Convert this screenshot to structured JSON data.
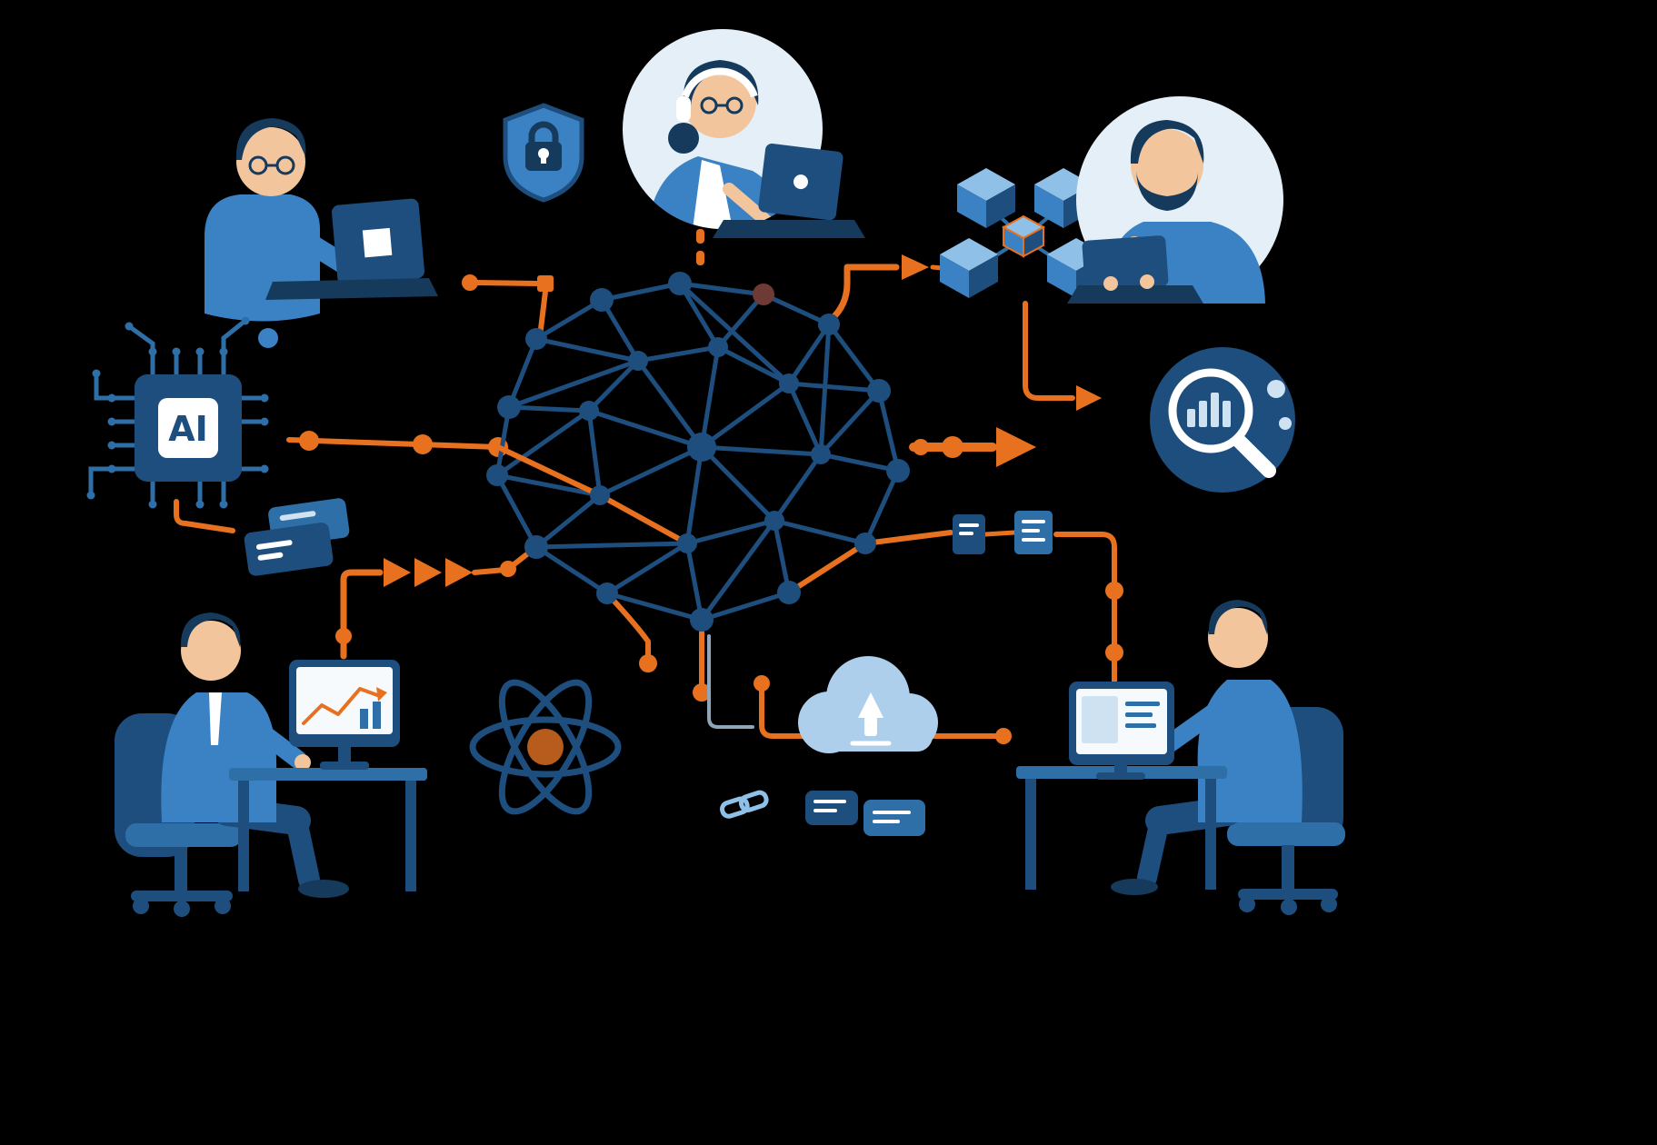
{
  "labels": {
    "ai_chip": "AI"
  },
  "colors": {
    "background": "#000000",
    "navy": "#1d4e7e",
    "deep_navy": "#163a5c",
    "blue": "#2f6fa8",
    "bright_blue": "#3b82c4",
    "sky_blue": "#8fc0e8",
    "pale_blue": "#cfe2f2",
    "circle_bg": "#e4eff8",
    "cloud_blue": "#aecfec",
    "orange": "#e8711f",
    "rust": "#b85c1e",
    "white": "#ffffff",
    "skin": "#f2c59d",
    "screen": "#f7fafc",
    "gray_blue": "#8fa6ba",
    "dark_red": "#6d3a36"
  },
  "scene": {
    "elements": [
      {
        "name": "person-working-on-laptop-top-left"
      },
      {
        "name": "security-shield-lock-icon"
      },
      {
        "name": "support-woman-in-circle"
      },
      {
        "name": "blockchain-cubes-icon"
      },
      {
        "name": "bearded-man-with-laptop"
      },
      {
        "name": "analytics-magnifier-badge"
      },
      {
        "name": "ai-processor-chip-icon"
      },
      {
        "name": "data-cards-icon"
      },
      {
        "name": "neural-network-mesh"
      },
      {
        "name": "orange-circuit-connectors"
      },
      {
        "name": "atom-icon"
      },
      {
        "name": "cloud-upload-icon"
      },
      {
        "name": "database-server-icons"
      },
      {
        "name": "chain-link-icon"
      },
      {
        "name": "analyst-at-desk-bottom-left"
      },
      {
        "name": "line-chart-monitor"
      },
      {
        "name": "document-monitor"
      },
      {
        "name": "analyst-at-desk-bottom-right"
      }
    ]
  }
}
